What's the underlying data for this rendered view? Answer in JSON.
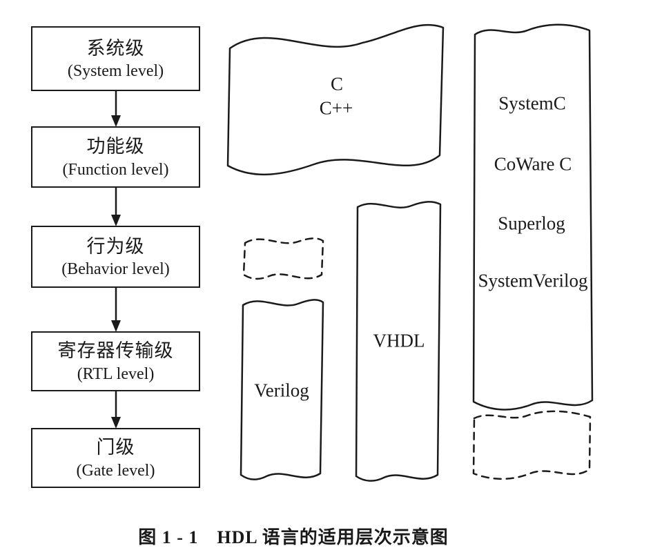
{
  "caption": "图 1 - 1　HDL 语言的适用层次示意图",
  "flow": {
    "boxes": [
      {
        "zh": "系统级",
        "en": "(System level)"
      },
      {
        "zh": "功能级",
        "en": "(Function level)"
      },
      {
        "zh": "行为级",
        "en": "(Behavior level)"
      },
      {
        "zh": "寄存器传输级",
        "en": "(RTL level)"
      },
      {
        "zh": "门级",
        "en": "(Gate level)"
      }
    ]
  },
  "banners": {
    "c_cpp": {
      "lines": [
        "C",
        "C++"
      ]
    },
    "verilog": {
      "label": "Verilog"
    },
    "vhdl": {
      "label": "VHDL"
    },
    "system_languages": {
      "items": [
        "SystemC",
        "CoWare C",
        "Superlog",
        "SystemVerilog"
      ]
    }
  },
  "colors": {
    "ink": "#1a1a1a",
    "background": "#ffffff"
  }
}
